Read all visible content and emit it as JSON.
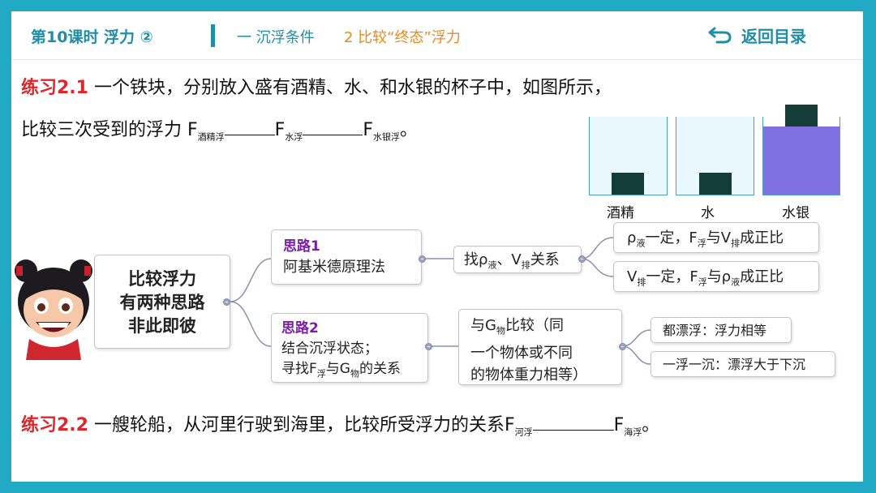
{
  "header": {
    "lesson_title": "第10课时 浮力 ②",
    "section": "一 沉浮条件",
    "subsection": "2 比较“终态”浮力",
    "back_label": "返回目录",
    "back_icon": "return-arrow-icon"
  },
  "exercise_1": {
    "number": "练习2.1",
    "line1": "一个铁块，分别放入盛有酒精、水、和水银的杯子中，如图所示，",
    "line2_prefix": "比较三次受到的浮力 F",
    "sub1": "酒精浮",
    "f2": "F",
    "sub2": "水浮",
    "f3": "F",
    "sub3": "水银浮",
    "end": "。"
  },
  "figure": {
    "beakers": [
      {
        "label": "酒精",
        "liquid_color": "#e9f8fc",
        "block_position": "bottom"
      },
      {
        "label": "水",
        "liquid_color": "#e9f8fc",
        "block_position": "bottom"
      },
      {
        "label": "水银",
        "liquid_color": "#7f6fe0",
        "block_position": "floating-top"
      }
    ],
    "block_color": "#153d38"
  },
  "mindmap": {
    "root": {
      "lines": [
        "比较浮力",
        "有两种思路",
        "非此即彼"
      ]
    },
    "branch1": {
      "title": "思路1",
      "desc": "阿基米德原理法",
      "relation": {
        "a": "找ρ",
        "a_sub": "液",
        "b": "、V",
        "b_sub": "排",
        "c": "关系"
      },
      "leaves": [
        {
          "p1": "ρ",
          "s1": "液",
          "p2": "一定，F",
          "s2": "浮",
          "p3": "与V",
          "s3": "排",
          "p4": "成正比"
        },
        {
          "p1": "V",
          "s1": "排",
          "p2": "一定，F",
          "s2": "浮",
          "p3": "与ρ",
          "s3": "液",
          "p4": "成正比"
        }
      ]
    },
    "branch2": {
      "title": "思路2",
      "desc1": "结合沉浮状态；",
      "desc2_a": "寻找F",
      "desc2_sub1": "浮",
      "desc2_b": "与G",
      "desc2_sub2": "物",
      "desc2_c": "的关系",
      "compare": {
        "l1a": "与G",
        "l1sub": "物",
        "l1b": "比较（同",
        "l2": "一个物体或不同",
        "l3": "的物体重力相等）"
      },
      "leaves": [
        "都漂浮：浮力相等",
        "一浮一沉：漂浮大于下沉"
      ]
    }
  },
  "exercise_2": {
    "number": "练习2.2",
    "text": "一艘轮船，从河里行驶到海里，比较所受浮力的关系F",
    "sub1": "河浮",
    "f2": "F",
    "sub2": "海浮",
    "end": "。"
  },
  "colors": {
    "frame": "#22a9c4",
    "header_text": "#1f8ea6",
    "accent_orange": "#e98a1e",
    "exercise_red": "#e0252b",
    "branch_title": "#7a1fa2",
    "connector": "#9aa3c0"
  },
  "mascot": {
    "icon": "cartoon-girl-avatar-icon"
  }
}
